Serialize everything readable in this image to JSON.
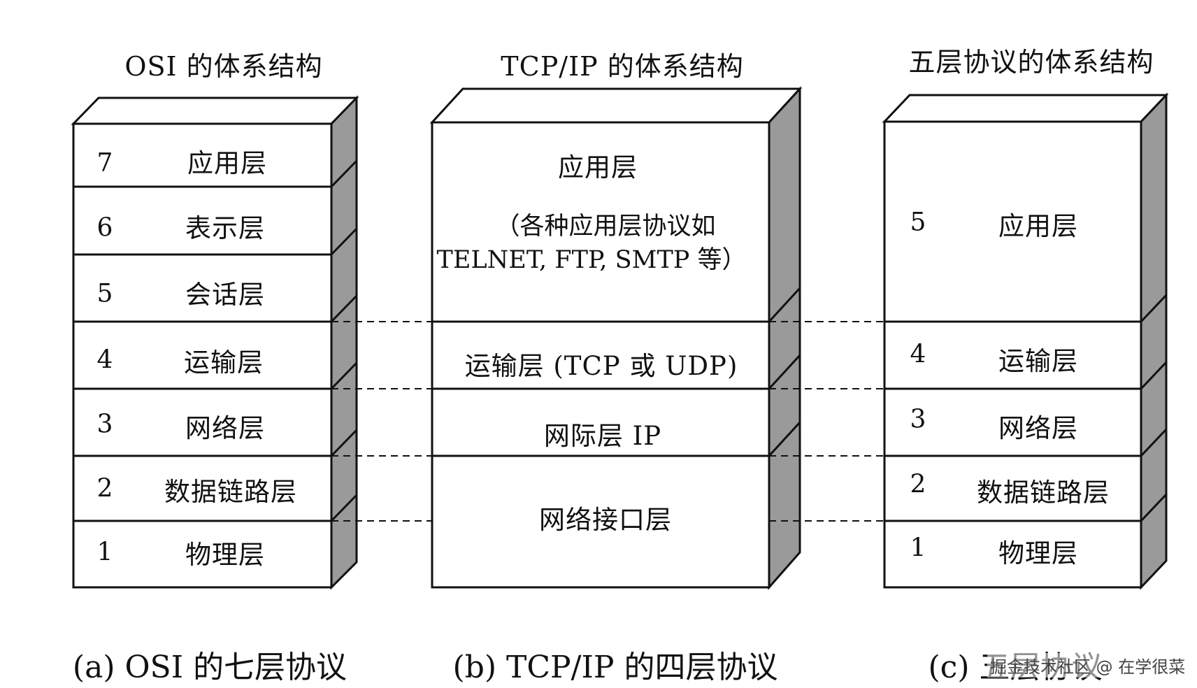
{
  "columns": [
    {
      "title": "OSI 的体系结构",
      "caption": "(a) OSI 的七层协议",
      "layers": [
        {
          "number": "7",
          "name": "应用层"
        },
        {
          "number": "6",
          "name": "表示层"
        },
        {
          "number": "5",
          "name": "会话层"
        },
        {
          "number": "4",
          "name": "运输层"
        },
        {
          "number": "3",
          "name": "网络层"
        },
        {
          "number": "2",
          "name": "数据链路层"
        },
        {
          "number": "1",
          "name": "物理层"
        }
      ]
    },
    {
      "title": "TCP/IP 的体系结构",
      "caption": "(b) TCP/IP 的四层协议",
      "layers": [
        {
          "name": "应用层",
          "note_line1": "（各种应用层协议如",
          "note_line2": "TELNET, FTP, SMTP 等）"
        },
        {
          "name": "运输层 (TCP 或 UDP)"
        },
        {
          "name": "网际层 IP"
        },
        {
          "name": "网络接口层"
        }
      ]
    },
    {
      "title": "五层协议的体系结构",
      "caption": "(c)  五层协议",
      "layers": [
        {
          "number": "5",
          "name": "应用层"
        },
        {
          "number": "4",
          "name": "运输层"
        },
        {
          "number": "3",
          "name": "网络层"
        },
        {
          "number": "2",
          "name": "数据链路层"
        },
        {
          "number": "1",
          "name": "物理层"
        }
      ]
    }
  ],
  "watermark": "掘金技术社区 @ 在学很菜",
  "colors": {
    "line": "#111111",
    "side": "#9a9a9a",
    "background": "#ffffff"
  }
}
